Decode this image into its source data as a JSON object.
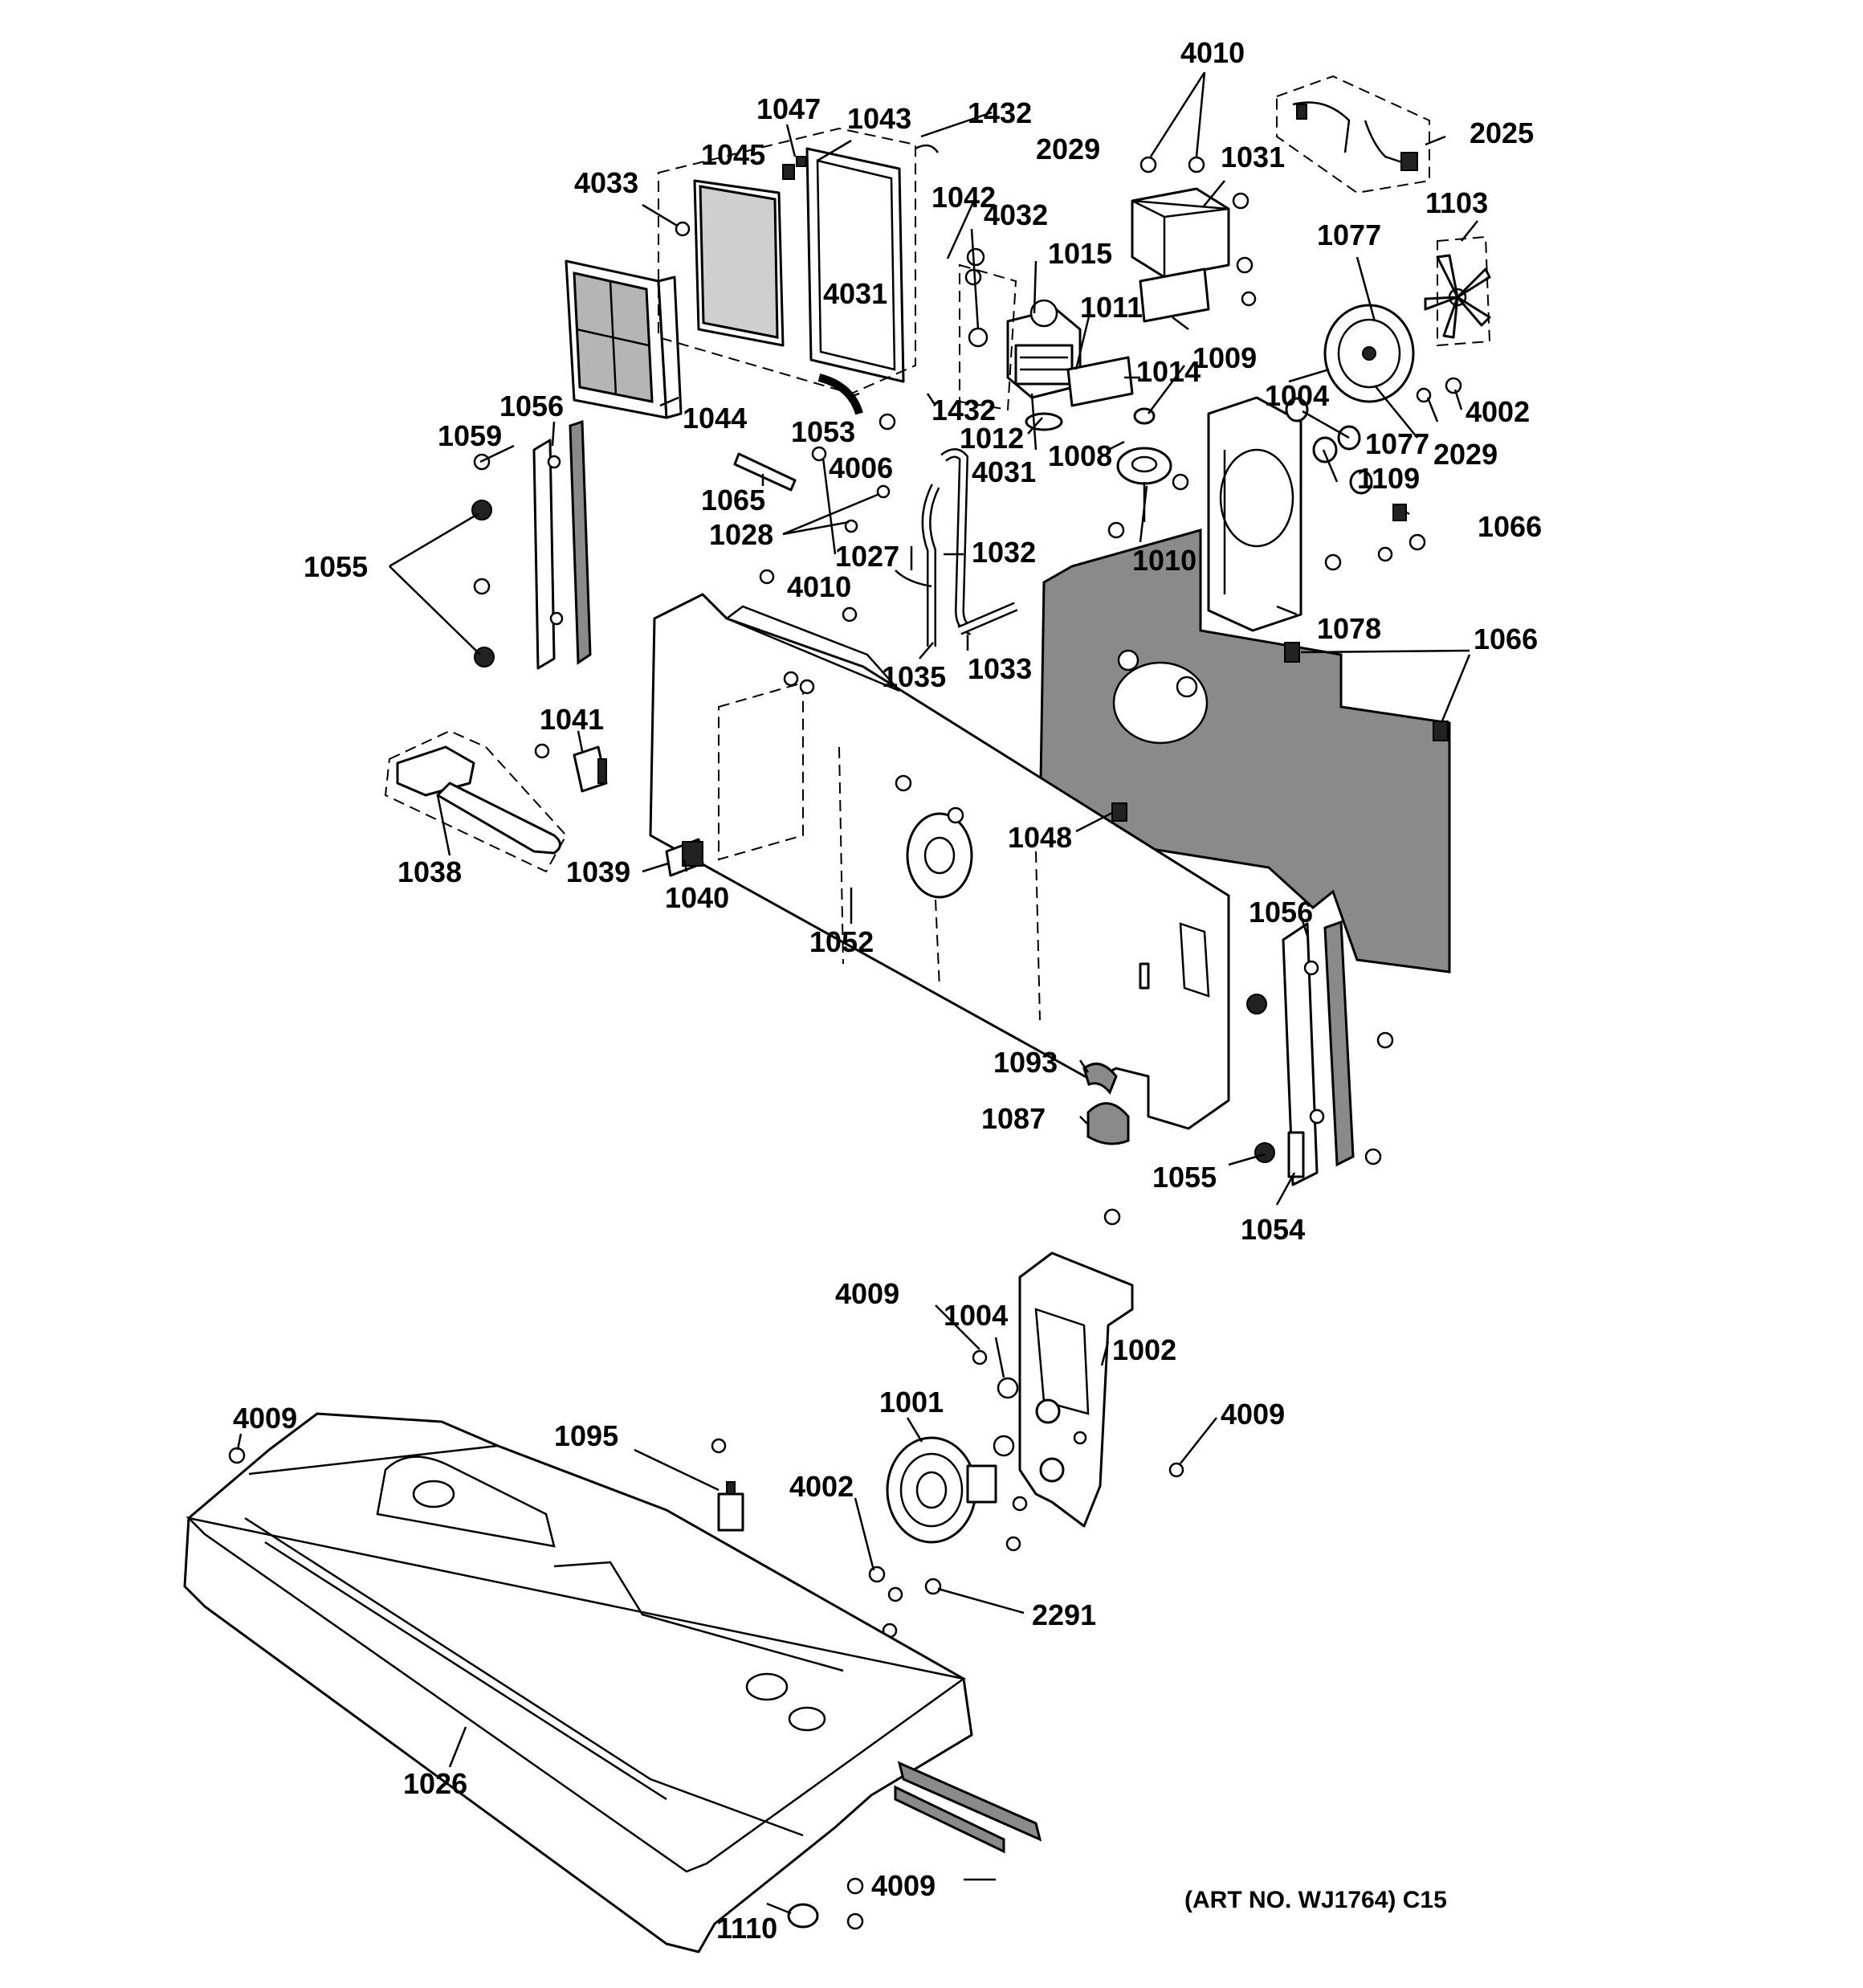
{
  "diagram": {
    "callouts": {
      "c4010a": "4010",
      "c1047": "1047",
      "c1043": "1043",
      "c1432a": "1432",
      "c2025": "2025",
      "c1031": "1031",
      "c1045": "1045",
      "c2029a": "2029",
      "c1103": "1103",
      "c4033": "4033",
      "c1042": "1042",
      "c4032": "4032",
      "c1077a": "1077",
      "c1015": "1015",
      "c4031a": "4031",
      "c1011": "1011",
      "c1009": "1009",
      "c1014": "1014",
      "c1004a": "1004",
      "c4002a": "4002",
      "c1044": "1044",
      "c1053": "1053",
      "c1432b": "1432",
      "c1056a": "1056",
      "c1012": "1012",
      "c1077b": "1077",
      "c2029b": "2029",
      "c1059": "1059",
      "c4006": "4006",
      "c1008": "1008",
      "c4031b": "4031",
      "c1109": "1109",
      "c1065": "1065",
      "c1066a": "1066",
      "c1028": "1028",
      "c1027": "1027",
      "c1032": "1032",
      "c1010": "1010",
      "c1055a": "1055",
      "c4010b": "4010",
      "c1078": "1078",
      "c1066b": "1066",
      "c1035": "1035",
      "c1033": "1033",
      "c1041": "1041",
      "c1048": "1048",
      "c1038": "1038",
      "c1039": "1039",
      "c1040": "1040",
      "c1052": "1052",
      "c1056b": "1056",
      "c1093": "1093",
      "c1087": "1087",
      "c1055b": "1055",
      "c1054": "1054",
      "c4009a": "4009",
      "c1004b": "1004",
      "c1002": "1002",
      "c1001": "1001",
      "c4009b": "4009",
      "c1095": "1095",
      "c4009c": "4009",
      "c4002b": "4002",
      "c2291": "2291",
      "c1026": "1026",
      "c4009d": "4009",
      "c1110": "1110"
    },
    "art_number": "(ART NO. WJ1764) C15"
  }
}
